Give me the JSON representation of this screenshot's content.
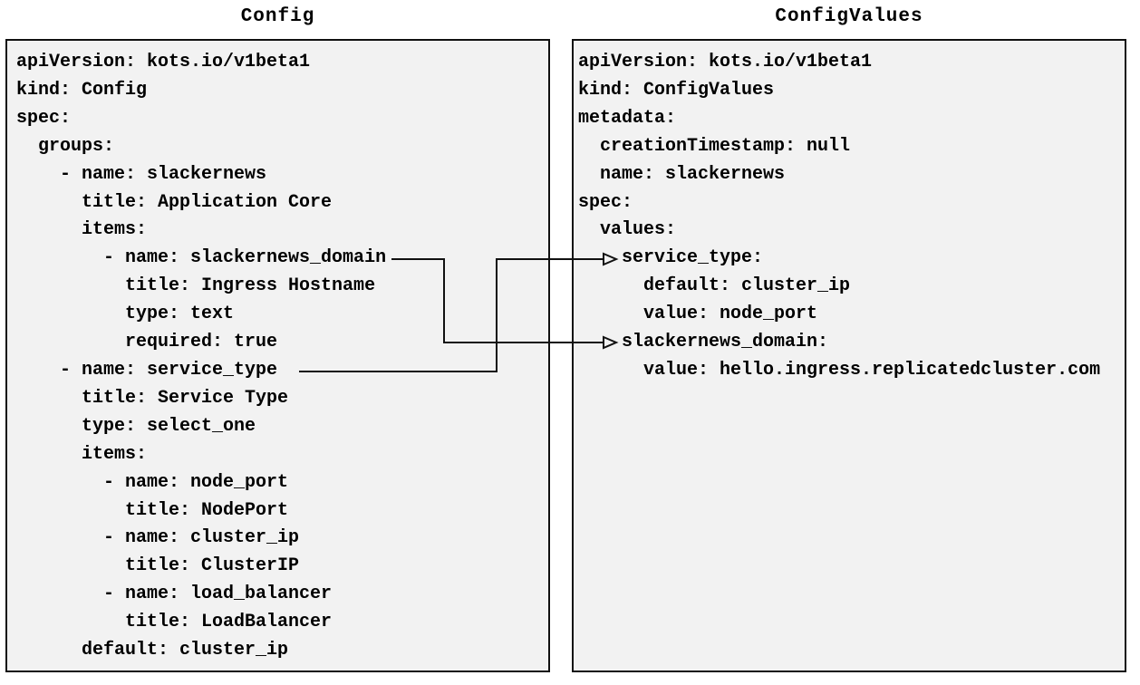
{
  "diagram": {
    "left_panel": {
      "title": "Config",
      "code_lines": [
        "apiVersion: kots.io/v1beta1",
        "kind: Config",
        "spec:",
        "  groups:",
        "    - name: slackernews",
        "      title: Application Core",
        "      items:",
        "        - name: slackernews_domain",
        "          title: Ingress Hostname",
        "          type: text",
        "          required: true",
        "    - name: service_type",
        "      title: Service Type",
        "      type: select_one",
        "      items:",
        "        - name: node_port",
        "          title: NodePort",
        "        - name: cluster_ip",
        "          title: ClusterIP",
        "        - name: load_balancer",
        "          title: LoadBalancer",
        "      default: cluster_ip"
      ]
    },
    "right_panel": {
      "title": "ConfigValues",
      "code_lines": [
        "apiVersion: kots.io/v1beta1",
        "kind: ConfigValues",
        "metadata:",
        "  creationTimestamp: null",
        "  name: slackernews",
        "spec:",
        "  values:",
        "    service_type:",
        "      default: cluster_ip",
        "      value: node_port",
        "    slackernews_domain:",
        "      value: hello.ingress.replicatedcluster.com"
      ]
    },
    "connections": [
      {
        "from": "Config item name: slackernews_domain",
        "to": "ConfigValues key: slackernews_domain"
      },
      {
        "from": "Config item name: service_type",
        "to": "ConfigValues key: service_type"
      }
    ],
    "colors": {
      "panel_fill": "#f2f2f2",
      "panel_border": "#111111",
      "connector_line": "#111111",
      "text": "#000000",
      "background": "#ffffff"
    }
  }
}
